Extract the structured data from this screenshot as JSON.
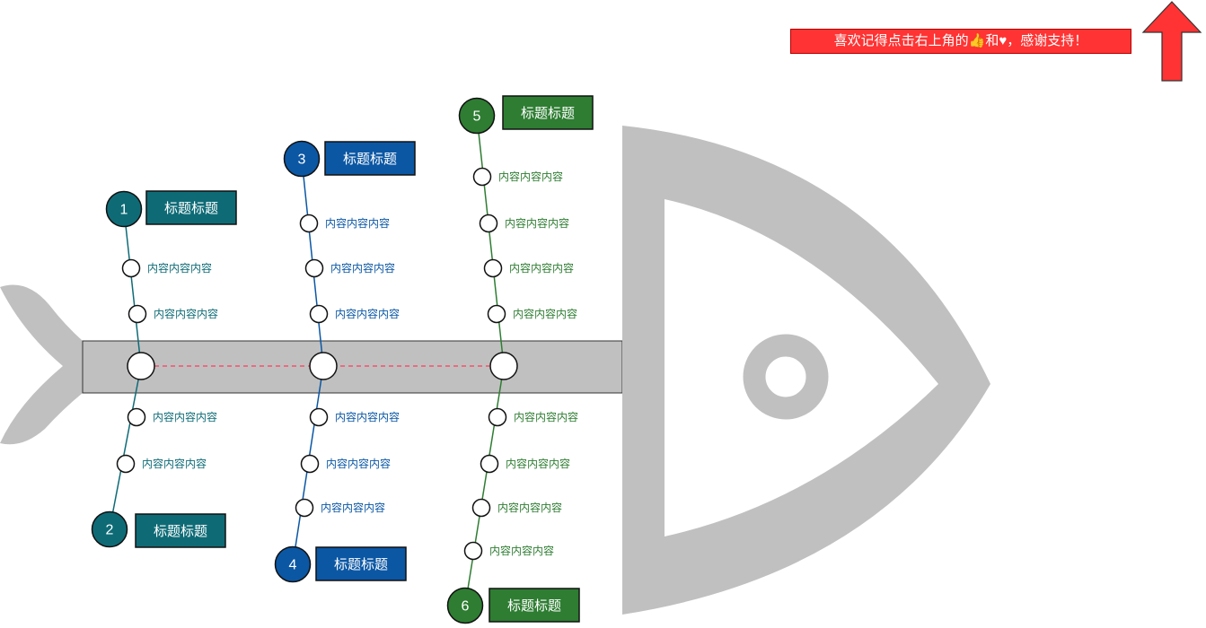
{
  "banner": {
    "text_before": "喜欢记得点击右上角的",
    "thumb_glyph": "👍",
    "text_and": "和",
    "heart_glyph": "♥",
    "text_after": "，感谢支持！"
  },
  "diagram": {
    "colors": {
      "teal": "#0e6b76",
      "blue": "#0b57a4",
      "green": "#2e7d32",
      "fish": "#c0c0c0",
      "dashed": "#ff3b5c",
      "banner": "#ff3333"
    },
    "branches": [
      {
        "id": "1",
        "title": "标题标题",
        "color": "teal",
        "items": [
          "内容内容内容",
          "内容内容内容"
        ]
      },
      {
        "id": "2",
        "title": "标题标题",
        "color": "teal",
        "items": [
          "内容内容内容",
          "内容内容内容"
        ]
      },
      {
        "id": "3",
        "title": "标题标题",
        "color": "blue",
        "items": [
          "内容内容内容",
          "内容内容内容",
          "内容内容内容"
        ]
      },
      {
        "id": "4",
        "title": "标题标题",
        "color": "blue",
        "items": [
          "内容内容内容",
          "内容内容内容",
          "内容内容内容"
        ]
      },
      {
        "id": "5",
        "title": "标题标题",
        "color": "green",
        "items": [
          "内容内容内容",
          "内容内容内容",
          "内容内容内容",
          "内容内容内容"
        ]
      },
      {
        "id": "6",
        "title": "标题标题",
        "color": "green",
        "items": [
          "内容内容内容",
          "内容内容内容",
          "内容内容内容",
          "内容内容内容"
        ]
      }
    ]
  }
}
